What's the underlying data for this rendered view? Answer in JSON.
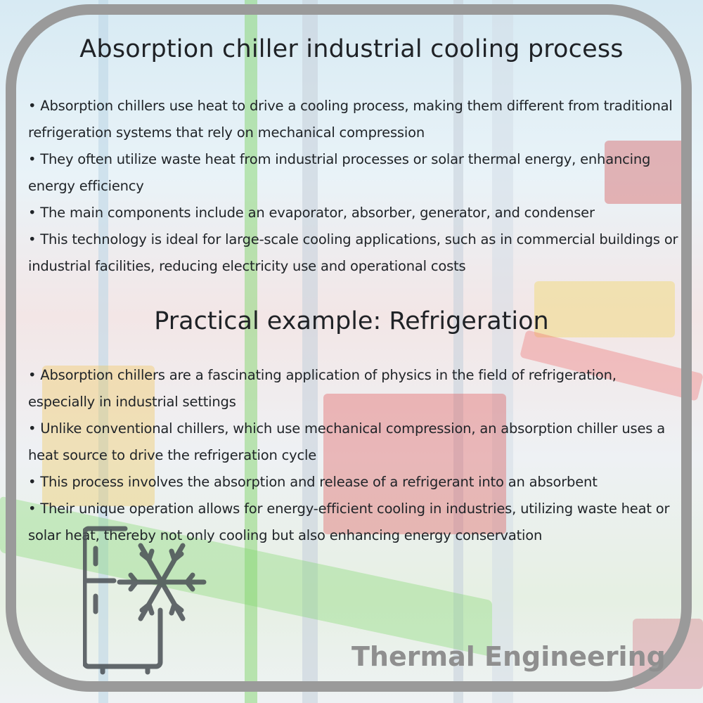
{
  "sections": [
    {
      "title": "Absorption chiller industrial cooling process",
      "bullets": [
        "• Absorption chillers use heat to drive a cooling process, making them different from traditional refrigeration systems that rely on mechanical compression",
        "• They often utilize waste heat from industrial processes or solar thermal energy, enhancing energy efficiency",
        "• The main components include an evaporator, absorber, generator, and condenser",
        "• This technology is ideal for large-scale cooling applications, such as in commercial buildings or industrial facilities, reducing electricity use and operational costs"
      ]
    },
    {
      "title": "Practical example: Refrigeration",
      "bullets": [
        "• Absorption chillers are a fascinating application of physics in the field of refrigeration, especially in industrial settings",
        "• Unlike conventional chillers, which use mechanical compression, an absorption chiller uses a heat source to drive the refrigeration cycle",
        "• This process involves the absorption and release of a refrigerant into an absorbent",
        "• Their unique operation allows for energy-efficient cooling in industries, utilizing waste heat or solar heat, thereby not only cooling but also enhancing energy conservation"
      ]
    }
  ],
  "brand": "Thermal Engineering",
  "icon": "fridge-snowflake-icon",
  "colors": {
    "frame": "#9a9a9a",
    "text": "#202428",
    "brand": "#8f8f8f",
    "icon": "#4a5055"
  }
}
